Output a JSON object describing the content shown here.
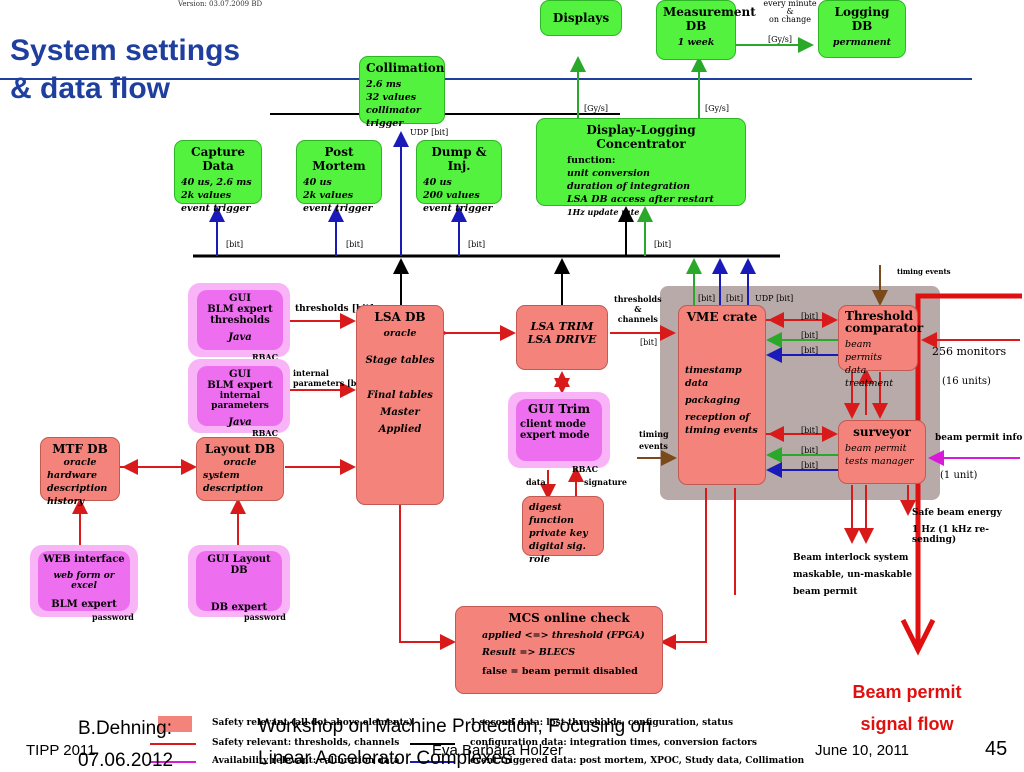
{
  "slide": {
    "title": "System settings\n& data flow",
    "version": "Version: 03.07.2009 BD",
    "page_number": "45",
    "footer_left_1": "B.Dehning:",
    "footer_left_2": "TIPP 2011",
    "footer_left_3": "07.06.2012",
    "footer_center_1": "Workshop on Machine Protection, Focusing on",
    "footer_center_2": "Linear Accelerator Complexes",
    "footer_author": "Eva Barbara Holzer",
    "footer_date": "June 10, 2011"
  },
  "boxes": {
    "displays": {
      "title": "Displays"
    },
    "measurement_db": {
      "title": "Measurement DB",
      "l1": "1 week"
    },
    "logging_db": {
      "title": "Logging DB",
      "l1": "permanent"
    },
    "collimation": {
      "title": "Collimation",
      "l1": "2.6 ms",
      "l2": "32 values",
      "l3": "collimator trigger"
    },
    "concentrator": {
      "title": "Display-Logging Concentrator",
      "l0": "function:",
      "l1": "unit conversion",
      "l2": "duration of integration",
      "l3": "LSA DB access after restart",
      "l4": "1Hz update rate"
    },
    "capture": {
      "title": "Capture Data",
      "l1": "40 us, 2.6 ms",
      "l2": "2k values",
      "l3": "event trigger"
    },
    "postmortem": {
      "title": "Post Mortem",
      "l1": "40 us",
      "l2": "2k values",
      "l3": "event trigger"
    },
    "dump": {
      "title": "Dump & Inj.",
      "l1": "40 us",
      "l2": "200 values",
      "l3": "event trigger"
    },
    "gui_thresholds": {
      "l1": "GUI",
      "l2": "BLM expert",
      "l3": "thresholds",
      "l4": "Java",
      "rbac": "RBAC"
    },
    "gui_internal": {
      "l1": "GUI",
      "l2": "BLM expert",
      "l3": "internal parameters",
      "l4": "Java",
      "rbac": "RBAC"
    },
    "lsa_db": {
      "title": "LSA DB",
      "l1": "oracle",
      "l2": "Stage tables",
      "l3": "Final tables",
      "l4": "Master",
      "l5": "Applied"
    },
    "lsa_trim": {
      "l1": "LSA TRIM",
      "l2": "LSA DRIVE"
    },
    "gui_trim": {
      "title": "GUI Trim",
      "l1": "client mode",
      "l2": "expert mode",
      "rbac": "RBAC"
    },
    "digest": {
      "l1": "digest function",
      "l2": "private key",
      "l3": "digital sig.",
      "l4": "role"
    },
    "vme": {
      "title": "VME crate",
      "l1": "timestamp data",
      "l2": "packaging",
      "l3": "reception of",
      "l4": "timing events"
    },
    "threshold_comp": {
      "title": "Threshold comparator",
      "l1": "beam permits",
      "l2": "data treatment"
    },
    "surveyor": {
      "title": "surveyor",
      "l1": "beam permit",
      "l2": "tests manager"
    },
    "mtf_db": {
      "title": "MTF DB",
      "l1": "oracle",
      "l2": "hardware",
      "l3": "description",
      "l4": "history"
    },
    "layout_db": {
      "title": "Layout DB",
      "l1": "oracle",
      "l2": "system",
      "l3": "description"
    },
    "web_interface": {
      "l1": "WEB interface",
      "l2": "web form or excel",
      "l3": "BLM expert",
      "pw": "password"
    },
    "gui_layout": {
      "l1": "GUI Layout DB",
      "l2": "DB expert",
      "pw": "password"
    },
    "mcs": {
      "title": "MCS online check",
      "l1": "applied <=> threshold (FPGA)",
      "l2": "Result => BLECS",
      "l3": "false = beam permit disabled"
    }
  },
  "labels": {
    "every_minute": "every minute\n&\non change",
    "gys": "[Gy/s]",
    "udp_bit": "UDP [bit]",
    "bit": "[bit]",
    "thresholds_bit": "thresholds [bit]",
    "internal_params": "internal\nparameters [bit]",
    "thresholds_channels": "thresholds\n&\nchannels",
    "timing_events": "timing events",
    "timing_events_left": "timing\nevents",
    "monitors": "256 monitors",
    "units16": "(16 units)",
    "beam_permit_info": "beam permit info",
    "unit1": "(1 unit)",
    "data": "data",
    "signature": "signature",
    "safe_beam": "Safe beam energy",
    "freq": "1 Hz (1 kHz re-sending)",
    "interlock": "Beam interlock system\nmaskable, un-maskable\nbeam permit",
    "beam_permit_flow": "Beam permit\nsignal flow"
  },
  "legend": {
    "item1": "Safety relevant (all dot above elements)",
    "item2": "Safety relevant: thresholds, channels",
    "item3": "Availability relevant: calibration data",
    "item4": "1 second data: lost thresholds, configuration, status",
    "item5": "configuration data: integration times, conversion factors",
    "item6": "event triggered data: post mortem, XPOC, Study data, Collimation"
  },
  "colors": {
    "green": "#52f23f",
    "red_box": "#f4837b",
    "pink": "#ee6ef0",
    "arrow_red": "#d91a1a",
    "arrow_blue": "#1a1ab8",
    "arrow_green": "#2aa82a",
    "title_blue": "#1f3f9f"
  }
}
